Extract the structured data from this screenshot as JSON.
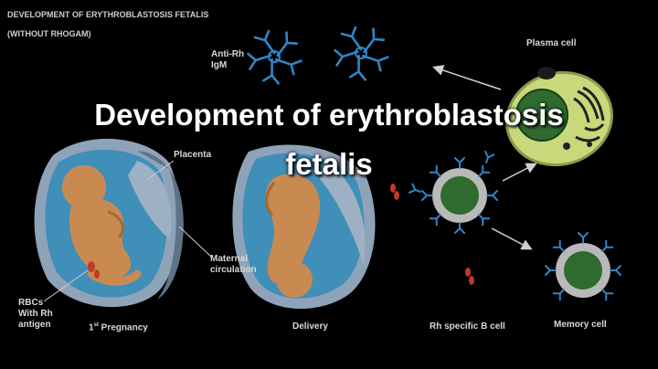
{
  "header": {
    "line1": "DEVELOPMENT OF ERYTHROBLASTOSIS FETALIS",
    "line2": "(WITHOUT RHOGAM)"
  },
  "overlay_title": {
    "line1": "Development of erythroblastosis",
    "line2": "fetalis"
  },
  "labels": {
    "anti_rh": "Anti-Rh",
    "igm": "IgM",
    "plasma_cell": "Plasma cell",
    "placenta": "Placenta",
    "maternal": "Maternal",
    "circulation": "circulation",
    "rbcs": "RBCs",
    "with_rh": "With Rh",
    "antigen": "antigen",
    "pregnancy_num": "1",
    "pregnancy_sup": "st",
    "pregnancy_text": " Pregnancy",
    "delivery": "Delivery",
    "b_cell": "Rh specific B cell",
    "memory_cell": "Memory cell"
  },
  "colors": {
    "background": "#000000",
    "fluid": "#3f8fb8",
    "fetus": "#c98a52",
    "uterus": "#8ea3b8",
    "cell_membrane": "#b9b9b9",
    "cell_nucleus": "#2f6a2f",
    "plasma_cytoplasm": "#c7d97a",
    "antibody": "#2f86c6",
    "rbc": "#c0392b"
  }
}
